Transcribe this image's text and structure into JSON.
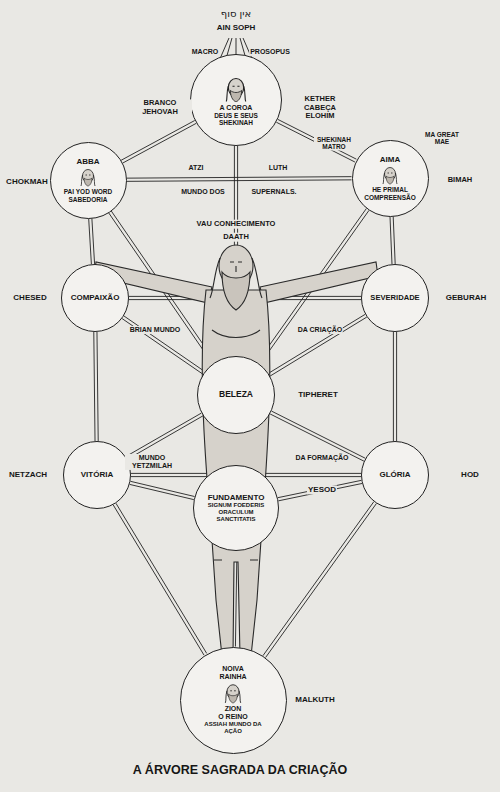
{
  "diagram": {
    "caption": "A ÁRVORE SAGRADA DA CRIAÇÃO",
    "nodes": [
      {
        "text": [
          "A COROA",
          "DEUS E SEUS SHEKINAH"
        ]
      },
      {
        "text": [
          "ABBA",
          "PAI YOD WORD SABEDORIA"
        ]
      },
      {
        "text": [
          "AIMA",
          "HE PRIMAL COMPREENSÃO"
        ]
      },
      {
        "text": [
          "COMPAIXÃO"
        ]
      },
      {
        "text": [
          "SEVERIDADE"
        ]
      },
      {
        "text": [
          "BELEZA"
        ]
      },
      {
        "text": [
          "VITÓRIA"
        ]
      },
      {
        "text": [
          "GLÓRIA"
        ]
      },
      {
        "text": [
          "FUNDAMENTO",
          "SIGNUM FOEDERIS",
          "ORACULUM SANCTITATIS"
        ]
      },
      {
        "text": [
          "NOIVA",
          "RAINHA",
          "ZION",
          "O REINO",
          "ASSIAH MUNDO DA AÇÃO"
        ]
      }
    ],
    "edges": [
      {
        "from": 0,
        "to": 1,
        "arrow": "none"
      },
      {
        "from": 0,
        "to": 2,
        "arrow": "none"
      },
      {
        "from": 0,
        "to": 5,
        "arrow": "none"
      },
      {
        "from": 1,
        "to": 2,
        "arrow": "none"
      },
      {
        "from": 1,
        "to": 3,
        "arrow": "none"
      },
      {
        "from": 2,
        "to": 4,
        "arrow": "none"
      },
      {
        "from": 1,
        "to": 5,
        "arrow": "none"
      },
      {
        "from": 2,
        "to": 5,
        "arrow": "none"
      },
      {
        "from": 3,
        "to": 4,
        "arrow": "none"
      },
      {
        "from": 3,
        "to": 5,
        "arrow": "none"
      },
      {
        "from": 4,
        "to": 5,
        "arrow": "none"
      },
      {
        "from": 3,
        "to": 6,
        "arrow": "none"
      },
      {
        "from": 4,
        "to": 7,
        "arrow": "none"
      },
      {
        "from": 5,
        "to": 6,
        "arrow": "none"
      },
      {
        "from": 5,
        "to": 7,
        "arrow": "none"
      },
      {
        "from": 5,
        "to": 8,
        "arrow": "none"
      },
      {
        "from": 6,
        "to": 7,
        "arrow": "none"
      },
      {
        "from": 6,
        "to": 8,
        "arrow": "none"
      },
      {
        "from": 7,
        "to": 8,
        "arrow": "none"
      },
      {
        "from": 6,
        "to": 9,
        "arrow": "none"
      },
      {
        "from": 7,
        "to": 9,
        "arrow": "none"
      },
      {
        "from": 8,
        "to": 9,
        "arrow": "none"
      }
    ],
    "labels": [
      "אין סוף",
      "AIN SOPH",
      "MACRO",
      "PROSOPUS",
      "BRANCO JEHOVAH",
      "KETHER CABEÇA ELOHIM",
      "CHOKMAH",
      "SHEKINAH MATRO",
      "MA GREAT MAE",
      "BIMAH",
      "ATZI",
      "LUTH",
      "MUNDO DOS",
      "SUPERNALS.",
      "VAU CONHECIMENTO",
      "DAATH",
      "CHESED",
      "GEBURAH",
      "BRIAN MUNDO",
      "DA CRIAÇÃO",
      "TIPHERET",
      "NETZACH",
      "HOD",
      "MUNDO YETZMILAH",
      "DA FORMAÇÃO",
      "YESOD",
      "MALKUTH"
    ]
  }
}
